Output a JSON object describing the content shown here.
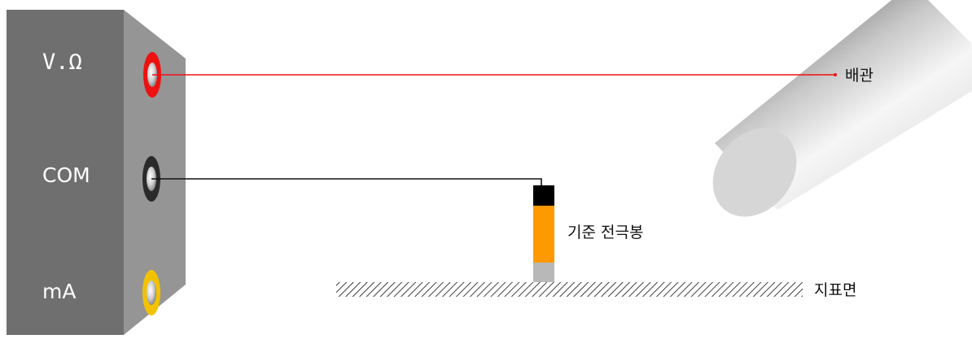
{
  "meter": {
    "terminals": [
      {
        "label": "V.Ω",
        "color": "#ee1111",
        "icon": "red-jack-icon"
      },
      {
        "label": "COM",
        "color": "#222222",
        "icon": "black-jack-icon"
      },
      {
        "label": "mA",
        "color": "#f2c200",
        "icon": "yellow-jack-icon"
      }
    ]
  },
  "labels": {
    "pipe": "배관",
    "electrode": "기준 전극봉",
    "ground": "지표면"
  },
  "colors": {
    "red_lead": "#ee1111",
    "black_lead": "#111111",
    "electrode_body": "#ff9900",
    "electrode_cap": "#000000",
    "electrode_tip": "#b8b8b8"
  }
}
